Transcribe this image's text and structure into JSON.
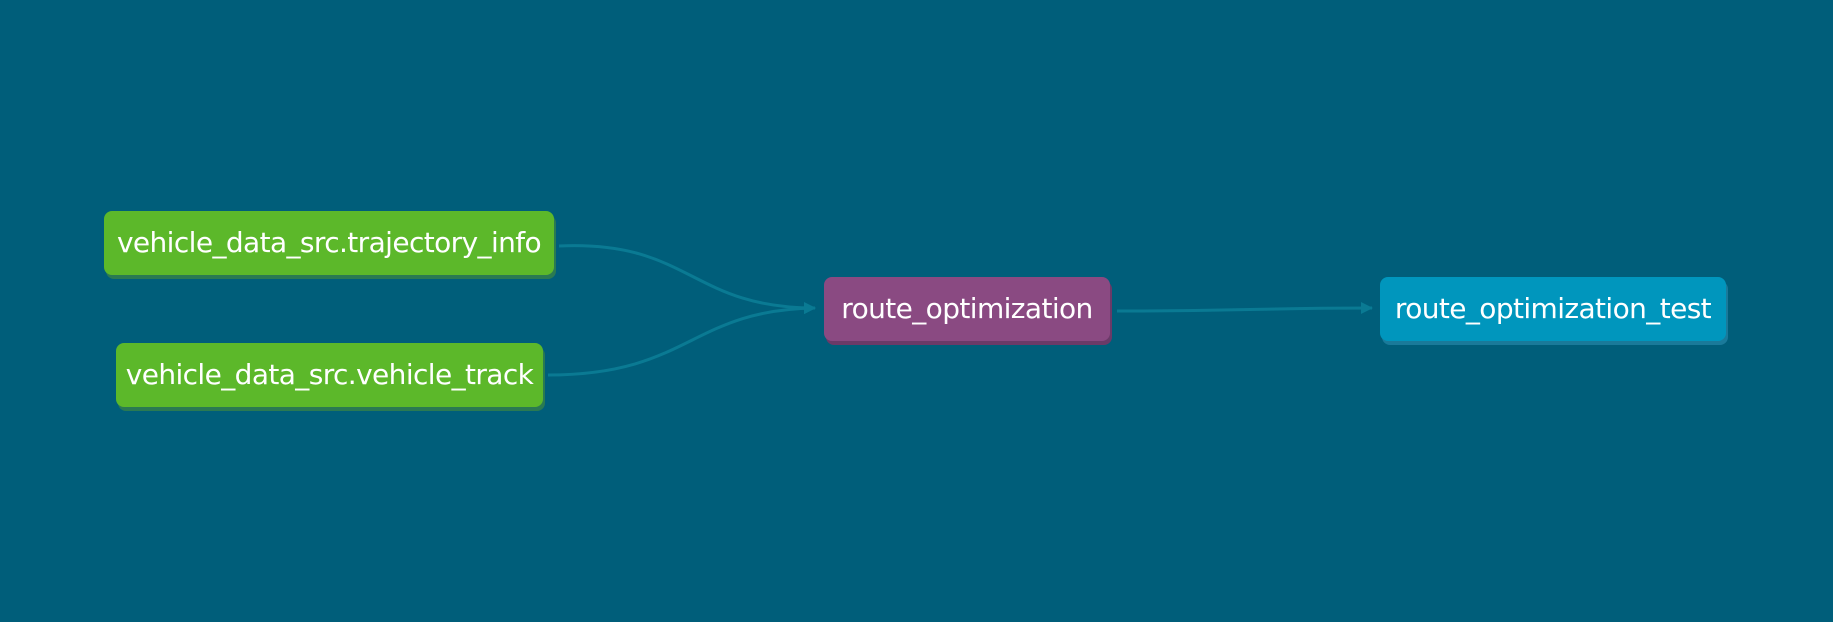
{
  "colors": {
    "background": "#005e7a",
    "edge": "#0a7a93",
    "source": "#5cb82a",
    "source_shadow": "#2a7a52",
    "model": "#8a4a82",
    "model_shadow": "#6a3a68",
    "test": "#0096bd",
    "test_shadow": "#1a7a9a"
  },
  "nodes": {
    "source_1": {
      "label": "vehicle_data_src.trajectory_info",
      "kind": "source"
    },
    "source_2": {
      "label": "vehicle_data_src.vehicle_track",
      "kind": "source"
    },
    "model": {
      "label": "route_optimization",
      "kind": "model"
    },
    "test": {
      "label": "route_optimization_test",
      "kind": "test"
    }
  },
  "edges": [
    {
      "from": "source_1",
      "to": "model"
    },
    {
      "from": "source_2",
      "to": "model"
    },
    {
      "from": "model",
      "to": "test"
    }
  ]
}
